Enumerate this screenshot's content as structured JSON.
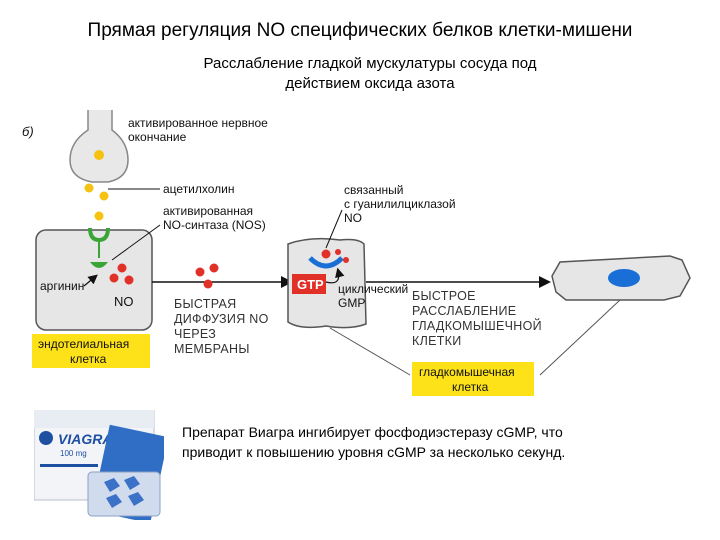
{
  "header": {
    "title": "Прямая регуляция NO специфических белков клетки-мишени",
    "subtitle_line1": "Расслабление гладкой мускулатуры сосуда под",
    "subtitle_line2": "действием оксида азота"
  },
  "diagram": {
    "panel_label": "б)",
    "nerve_ending_line1": "активированное нервное",
    "nerve_ending_line2": "окончание",
    "acetylcholine": "ацетилхолин",
    "nos_line1": "активированная",
    "nos_line2": "NO-синтаза (NOS)",
    "arginine": "аргинин",
    "no": "NO",
    "diffusion_line1": "БЫСТРАЯ",
    "diffusion_line2": "ДИФФУЗИЯ NO",
    "diffusion_line3": "ЧЕРЕЗ",
    "diffusion_line4": "МЕМБРАНЫ",
    "bound_line1": "связанный",
    "bound_line2": "с гуанилилциклазой",
    "bound_line3": "NO",
    "gtp": "GTP",
    "cgmp_line1": "циклический",
    "cgmp_line2": "GMP",
    "relax_line1": "БЫСТРОЕ",
    "relax_line2": "РАССЛАБЛЕНИЕ",
    "relax_line3": "ГЛАДКОМЫШЕЧНОЙ",
    "relax_line4": "КЛЕТКИ",
    "endothelial_line1": "эндотелиальная",
    "endothelial_line2": "клетка",
    "smooth_muscle_line1": "гладкомышечная",
    "smooth_muscle_line2": "клетка"
  },
  "pack": {
    "brand": "VIAGRA",
    "dose": "100 mg"
  },
  "note": {
    "line1": "Препарат Виагра ингибирует фосфодиэстеразу cGMP, что",
    "line2": "приводит к повышению уровня cGMP за несколько секунд."
  },
  "colors": {
    "label_box": "#fde21a",
    "cell_fill": "#e6e6e6",
    "nucleus": "#1a6fd6",
    "no_molecule": "#e03028",
    "ach_molecule": "#f5c20f",
    "gtp_box": "#e03028",
    "enzyme": "#3aa536"
  }
}
